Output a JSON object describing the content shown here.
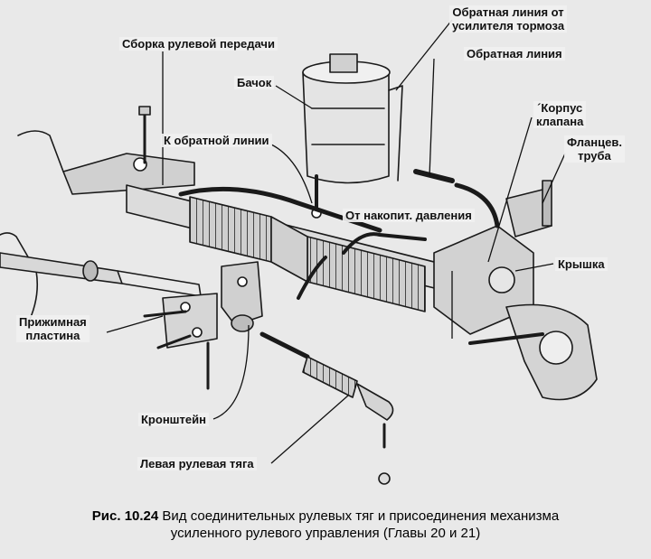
{
  "labels": {
    "steering_assembly": "Сборка рулевой передачи",
    "brake_booster_return": "Обратная линия от\nусилителя тормоза",
    "return_line": "Обратная линия",
    "reservoir": "Бачок",
    "valve_body": "´Корпус\nклапана",
    "to_return_line": "К обратной линии",
    "flange_tube": "Фланцев.\nтруба",
    "from_accumulator": "От накопит. давления",
    "cover": "Крышка",
    "clamp_plate": "Прижимная\nпластина",
    "bracket": "Кронштейн",
    "left_tie_rod": "Левая рулевая тяга"
  },
  "caption": {
    "number": "Рис. 10.24",
    "text": "Вид соединительных рулевых тяг и присоединения механизма",
    "text_line2": "усиленного рулевого управления (Главы 20 и 21)"
  },
  "colors": {
    "ink": "#1a1a1a",
    "paper": "#e9e9e9",
    "ghost_text": "#b9b9b9"
  }
}
